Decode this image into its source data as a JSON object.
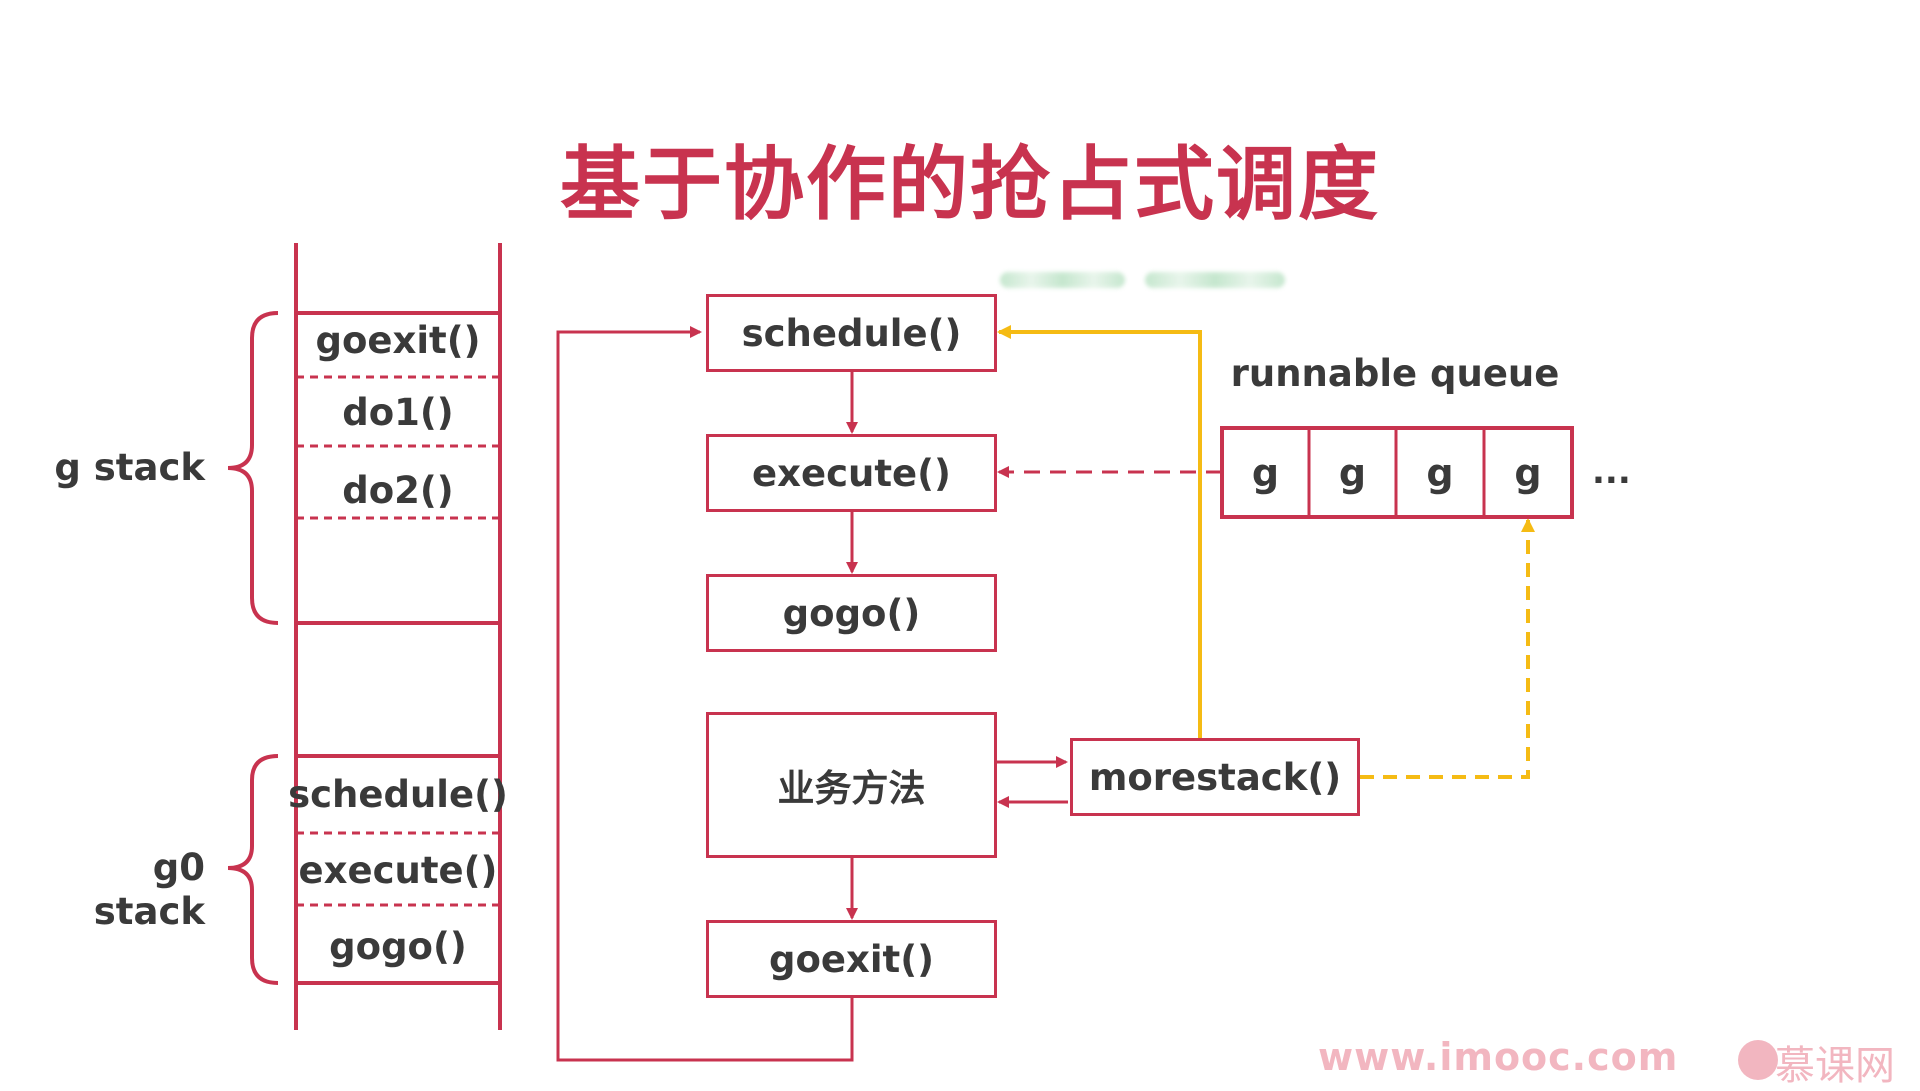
{
  "title": "基于协作的抢占式调度",
  "g_stack": {
    "label": "g stack",
    "cells": [
      "goexit()",
      "do1()",
      "do2()"
    ]
  },
  "g0_stack": {
    "label": "g0 stack",
    "cells": [
      "schedule()",
      "execute()",
      "gogo()"
    ]
  },
  "flow": {
    "schedule": "schedule()",
    "execute": "execute()",
    "gogo": "gogo()",
    "business": "业务方法",
    "goexit": "goexit()",
    "morestack": "morestack()"
  },
  "runnable_queue": {
    "label": "runnable queue",
    "items": [
      "g",
      "g",
      "g",
      "g"
    ],
    "ellipsis": "..."
  },
  "footer": {
    "url": "www.imooc.com",
    "brand": "慕课网"
  },
  "colors": {
    "accent": "#c8334f",
    "arrow_yellow": "#f5bb14",
    "text": "#3a3a3a"
  }
}
